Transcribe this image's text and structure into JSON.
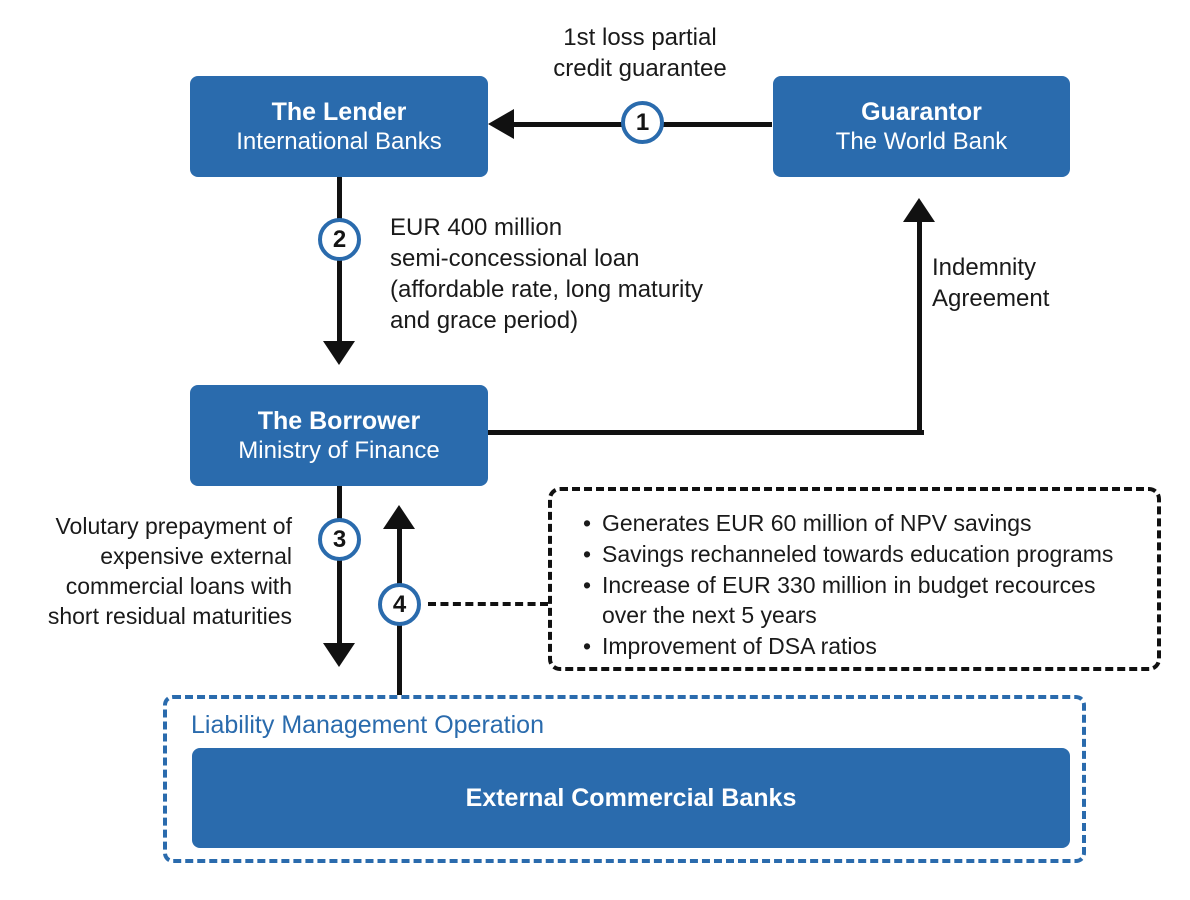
{
  "diagram": {
    "colors": {
      "accent": "#2a6bad",
      "line": "#111111",
      "text": "#1a1a1a"
    },
    "steps": [
      "1",
      "2",
      "3",
      "4"
    ],
    "nodes": {
      "lender": {
        "title": "The Lender",
        "subtitle": "International Banks"
      },
      "guarantor": {
        "title": "Guarantor",
        "subtitle": "The World Bank"
      },
      "borrower": {
        "title": "The Borrower",
        "subtitle": "Ministry of Finance"
      },
      "external_banks": {
        "title": "External Commercial Banks"
      }
    },
    "labels": {
      "guarantee": "1st loss partial\ncredit guarantee",
      "loan": "EUR 400 million\nsemi-concessional loan\n(affordable rate, long maturity\nand grace period)",
      "indemnity": "Indemnity\nAgreement",
      "prepayment": "Volutary prepayment of\nexpensive external\ncommercial loans with\nshort residual maturities",
      "lmo": "Liability Management Operation"
    },
    "savings_box": {
      "bullet": "•",
      "items": [
        "Generates EUR 60 million of NPV savings",
        "Savings rechanneled towards education programs",
        "Increase of EUR 330 million in budget recources\nover the next 5 years",
        "Improvement of DSA ratios"
      ]
    }
  }
}
